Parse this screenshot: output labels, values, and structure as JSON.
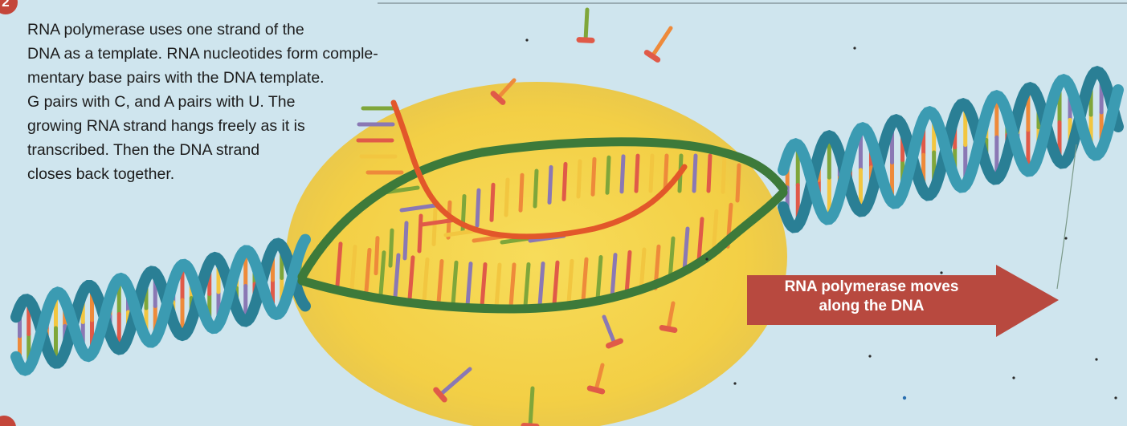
{
  "step": {
    "number": "2"
  },
  "caption": {
    "lines": [
      "RNA polymerase uses one strand of the",
      "DNA as a template. RNA nucleotides form comple-",
      "mentary base pairs with the DNA template.",
      "G pairs with C, and A pairs with U. The",
      "growing RNA strand hangs freely as it is",
      "transcribed. Then the DNA strand",
      "closes back together."
    ]
  },
  "arrow": {
    "line1": "RNA polymerase moves",
    "line2": "along the DNA",
    "color": "#b8493f"
  },
  "colors": {
    "background": "#cfe5ee",
    "polymerase": "#f5d44e",
    "dna_backbone": "#2f8aa0",
    "opened_backbone": "#3f7a3a",
    "rna_strand": "#e4622d",
    "base_orange": "#ee8a3a",
    "base_green": "#7fa63a",
    "base_purple": "#8a78b4",
    "base_red": "#e05a48",
    "base_yellow": "#f2c640"
  }
}
